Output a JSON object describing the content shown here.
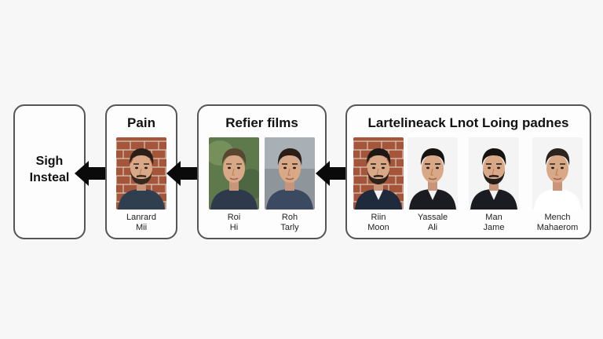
{
  "panels": [
    {
      "id": "result",
      "lines": [
        "Sigh",
        "Insteal"
      ]
    },
    {
      "id": "pain",
      "title": "Pain",
      "people": [
        {
          "first": "Lanrard",
          "last": "Mii",
          "bg": "brick",
          "hair": "#2a2018",
          "beard": true,
          "shirt": "#2f3f4f"
        }
      ]
    },
    {
      "id": "refier",
      "title": "Refier films",
      "people": [
        {
          "first": "Roi",
          "last": "Hi",
          "bg": "green",
          "hair": "#5a4630",
          "beard": false,
          "shirt": "#2e3a4c"
        },
        {
          "first": "Roh",
          "last": "Tarly",
          "bg": "grey",
          "hair": "#2a1e16",
          "beard": false,
          "shirt": "#3b4a60"
        }
      ]
    },
    {
      "id": "lartelineack",
      "title": "Lartelineack Lnot Loing padnes",
      "people": [
        {
          "first": "Riin",
          "last": "Moon",
          "bg": "brick",
          "hair": "#1e1814",
          "beard": true,
          "shirt": "#1f2a3c"
        },
        {
          "first": "Yassale",
          "last": "Ali",
          "bg": "white",
          "hair": "#151210",
          "beard": false,
          "shirt": "#1a1c22"
        },
        {
          "first": "Man",
          "last": "Jame",
          "bg": "white",
          "hair": "#151210",
          "beard": true,
          "shirt": "#1a1c22"
        },
        {
          "first": "Mench",
          "last": "Mahaerom",
          "bg": "white",
          "hair": "#2b231c",
          "beard": false,
          "shirt": "#ffffff"
        }
      ]
    }
  ],
  "colors": {
    "border": "#555555",
    "arrow": "#0a0a0a",
    "background": "#f7f7f7"
  }
}
